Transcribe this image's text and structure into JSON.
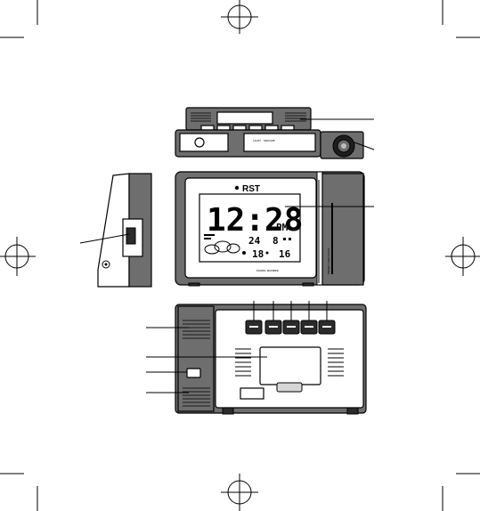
{
  "brand": "RST",
  "display": {
    "time": "12:28",
    "ampm": "PM",
    "date_a": "24",
    "date_b": "8",
    "temp_a": "18",
    "temp_b": "16"
  },
  "colors": {
    "housing": "#6e6e6e",
    "panel": "#ffffff",
    "line": "#000000"
  },
  "icons": [
    "registration-mark-icon",
    "weather-cloud-icon",
    "projector-lens-icon"
  ]
}
